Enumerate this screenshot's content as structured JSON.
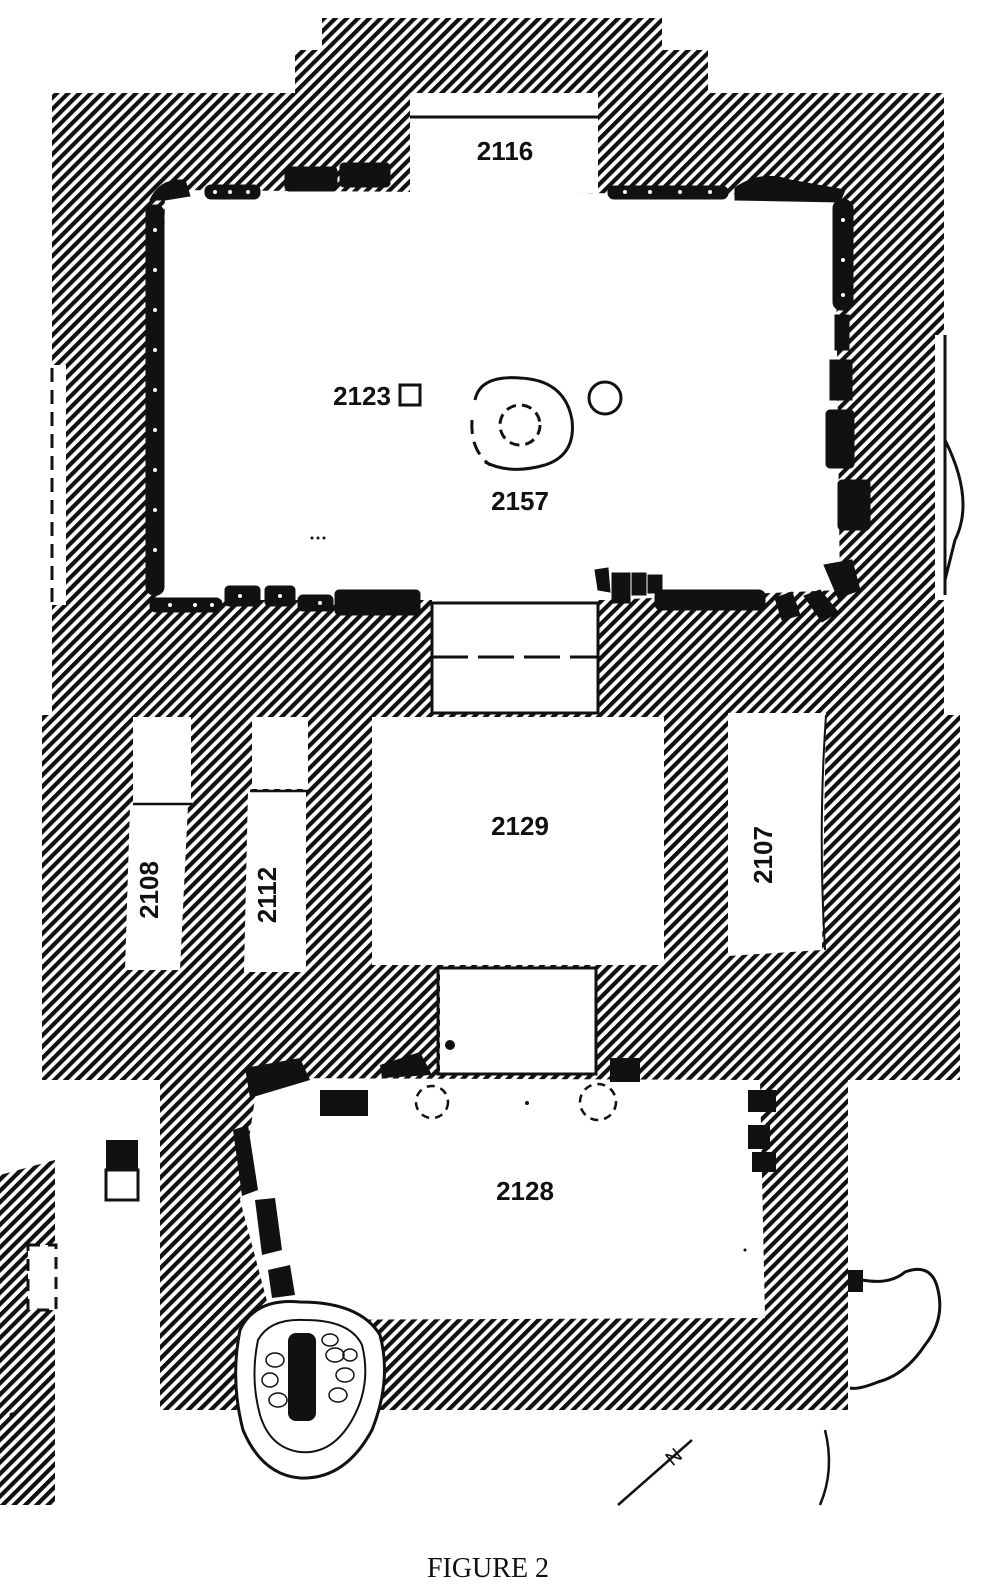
{
  "figure": {
    "caption": "FIGURE 2",
    "north_label": "N"
  },
  "rooms": [
    {
      "id": "2116"
    },
    {
      "id": "2157"
    },
    {
      "id": "2123"
    },
    {
      "id": "2129"
    },
    {
      "id": "2108"
    },
    {
      "id": "2112"
    },
    {
      "id": "2107"
    },
    {
      "id": "2128"
    }
  ],
  "colors": {
    "ink": "#111111",
    "paper": "#ffffff"
  }
}
